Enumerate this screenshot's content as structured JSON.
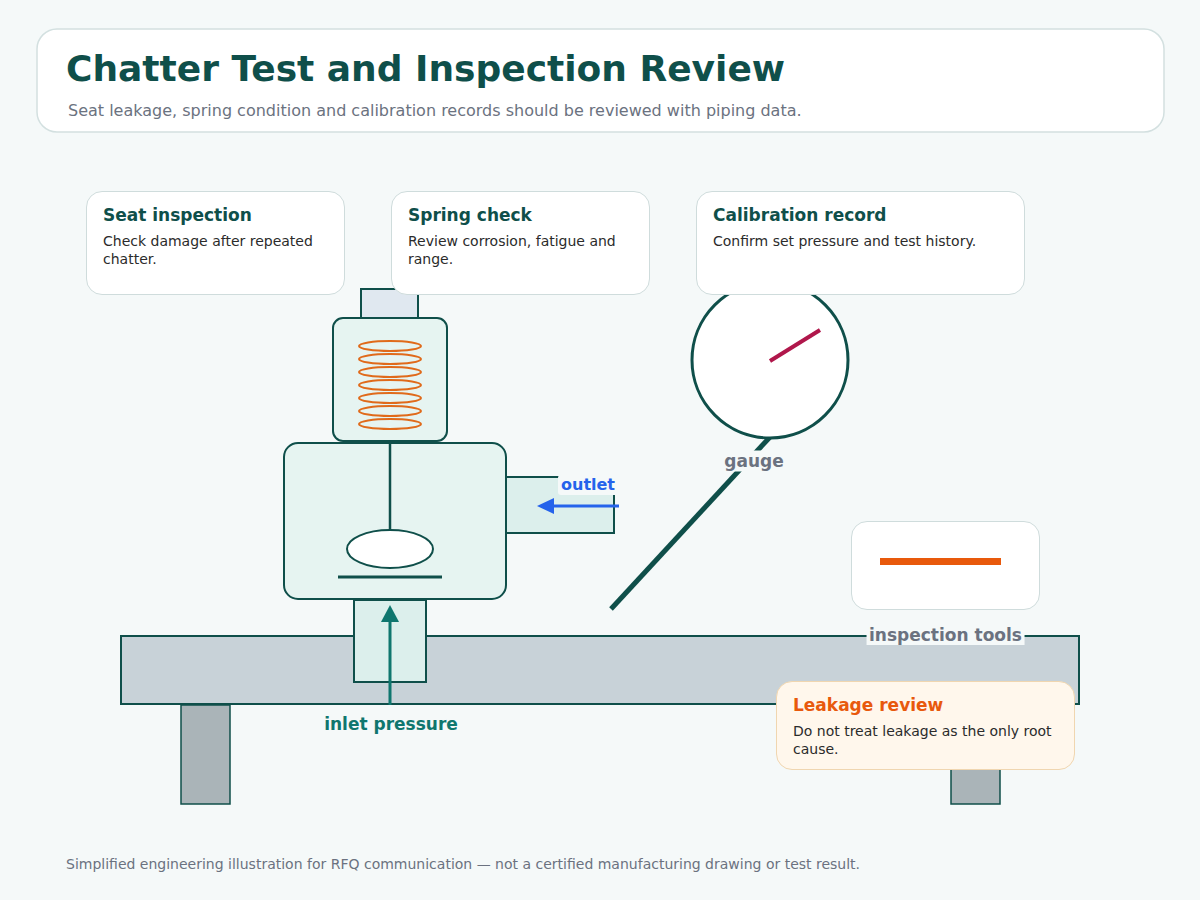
{
  "diagram": {
    "title": "Chatter Test and Inspection Review",
    "caption": "Simplified engineering illustration for RFQ communication — not a certified manufacturing drawing or test result.",
    "nodes": [
      {
        "text": [
          "Seat inspection",
          "Check damage after repeated chatter."
        ]
      },
      {
        "text": [
          "Spring check",
          "Review corrosion, fatigue and range."
        ]
      },
      {
        "text": [
          "Calibration record",
          "Confirm set pressure and test history."
        ]
      },
      {
        "text": [
          "inspection tools"
        ]
      },
      {
        "text": [
          "Leakage review",
          "Do not treat leakage as the only root cause."
        ]
      }
    ],
    "labels": [
      "Seat leakage, spring condition and calibration records should be reviewed with piping data.",
      "gauge",
      "outlet",
      "inlet pressure"
    ]
  }
}
